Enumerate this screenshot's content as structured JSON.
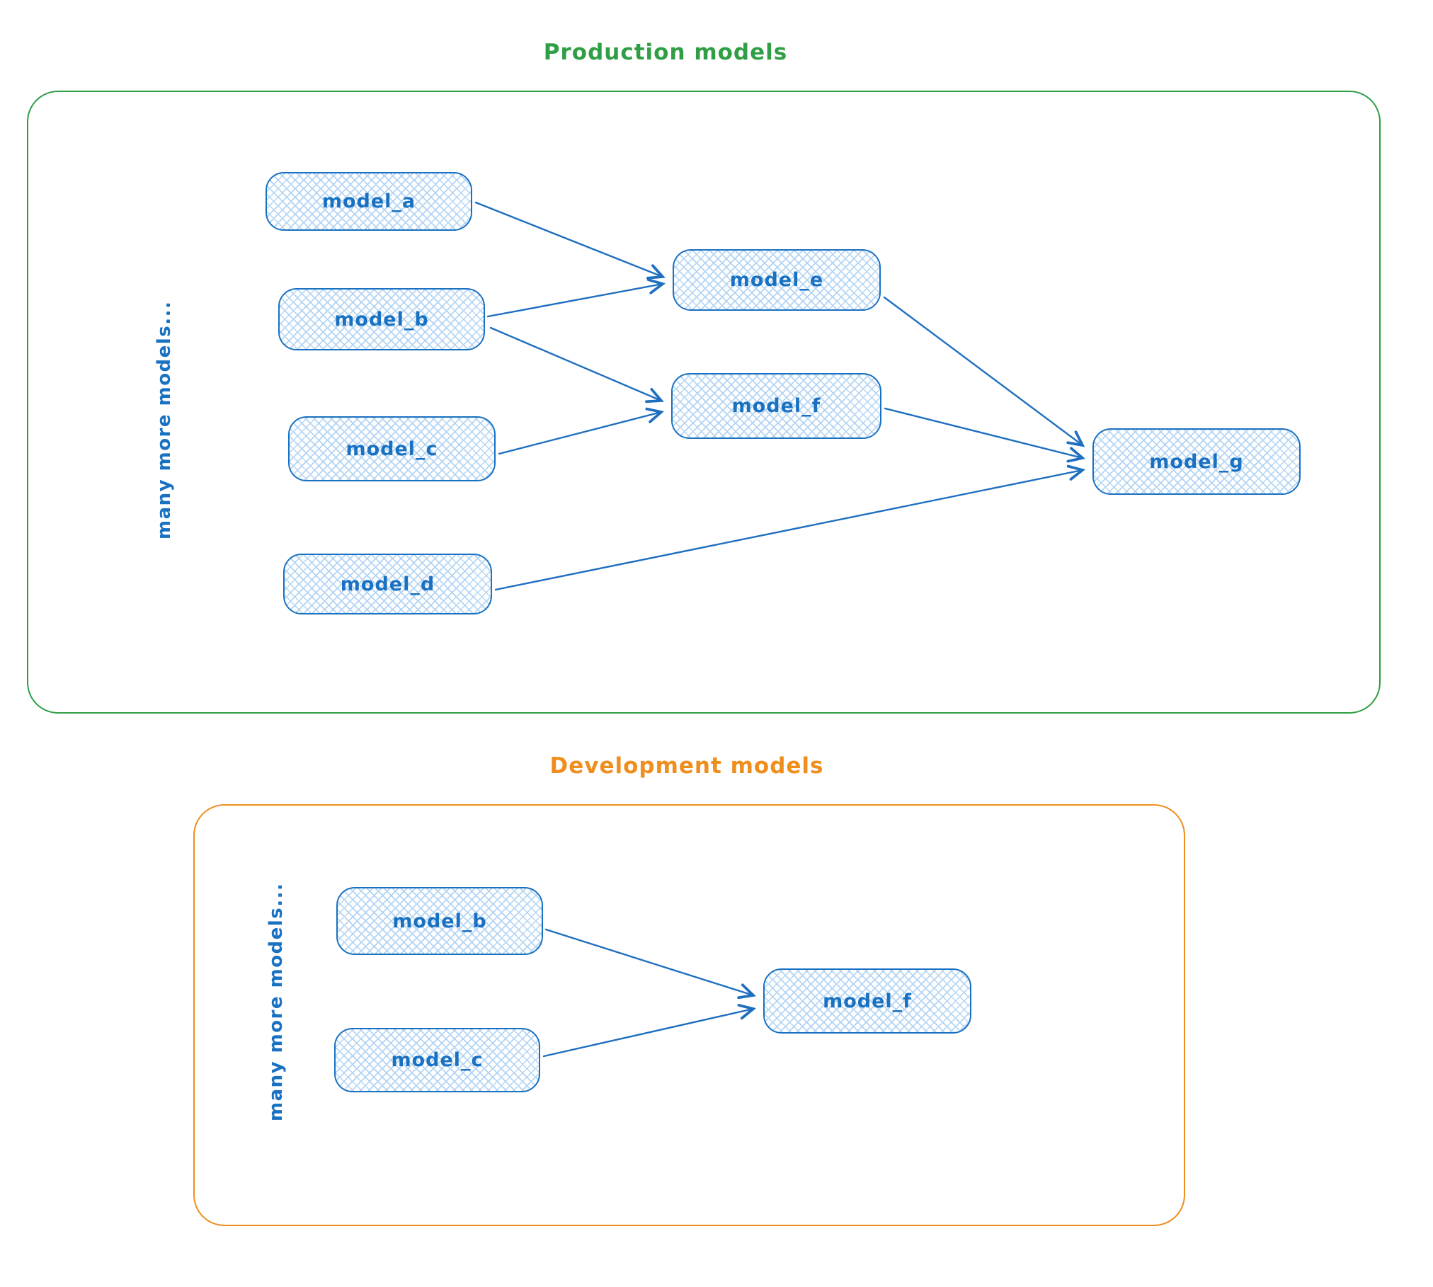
{
  "colors": {
    "node_stroke": "#1971c2",
    "node_text": "#1971c2",
    "node_hatch": "#b3d4f3",
    "arrow": "#1f6fc0",
    "production_accent": "#2f9e44",
    "development_accent": "#ef8e1c"
  },
  "production": {
    "title": "Production models",
    "side_label": "many more models...",
    "nodes": {
      "a": {
        "label": "model_a"
      },
      "b": {
        "label": "model_b"
      },
      "c": {
        "label": "model_c"
      },
      "d": {
        "label": "model_d"
      },
      "e": {
        "label": "model_e"
      },
      "f": {
        "label": "model_f"
      },
      "g": {
        "label": "model_g"
      }
    },
    "edges": [
      {
        "from": "model_a",
        "to": "model_e"
      },
      {
        "from": "model_b",
        "to": "model_e"
      },
      {
        "from": "model_b",
        "to": "model_f"
      },
      {
        "from": "model_c",
        "to": "model_f"
      },
      {
        "from": "model_e",
        "to": "model_g"
      },
      {
        "from": "model_f",
        "to": "model_g"
      },
      {
        "from": "model_d",
        "to": "model_g"
      }
    ]
  },
  "development": {
    "title": "Development models",
    "side_label": "many more models...",
    "nodes": {
      "b": {
        "label": "model_b"
      },
      "c": {
        "label": "model_c"
      },
      "f": {
        "label": "model_f"
      }
    },
    "edges": [
      {
        "from": "model_b",
        "to": "model_f"
      },
      {
        "from": "model_c",
        "to": "model_f"
      }
    ]
  }
}
